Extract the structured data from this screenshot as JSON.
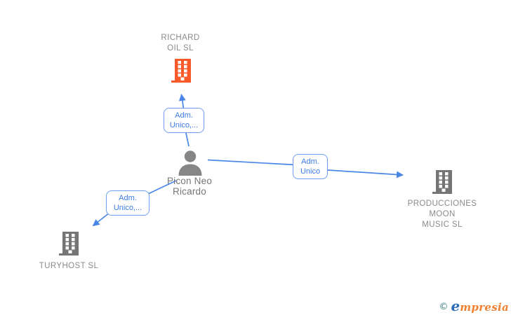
{
  "colors": {
    "edge_blue": "#4a86e8",
    "box_border": "#6f9ff0",
    "box_text": "#3d7ae5",
    "icon_orange": "#fa5a2a",
    "icon_gray": "#757575",
    "person_gray": "#868686",
    "label_gray": "#8a8a8a",
    "person_label_gray": "#757575",
    "brand_copyright_teal": "#3a7d80",
    "brand_blue": "#2b6cb8",
    "brand_orange": "#f08030"
  },
  "nodes": {
    "richard": {
      "lines": [
        "RICHARD",
        "OIL SL"
      ]
    },
    "person": {
      "lines": [
        "Picon Neo",
        "Ricardo"
      ]
    },
    "producciones": {
      "lines": [
        "PRODUCCIONES",
        "MOON",
        "MUSIC SL"
      ]
    },
    "turyhost": {
      "lines": [
        "TURYHOST SL"
      ]
    }
  },
  "edges": {
    "person_to_richard": {
      "lines": [
        "Adm.",
        "Unico,..."
      ]
    },
    "person_to_producciones": {
      "lines": [
        "Adm.",
        "Unico"
      ]
    },
    "person_to_turyhost": {
      "lines": [
        "Adm.",
        "Unico,..."
      ]
    }
  },
  "footer": {
    "copyright_symbol": "©",
    "brand_initial": "e",
    "brand_rest": "mpresia"
  }
}
